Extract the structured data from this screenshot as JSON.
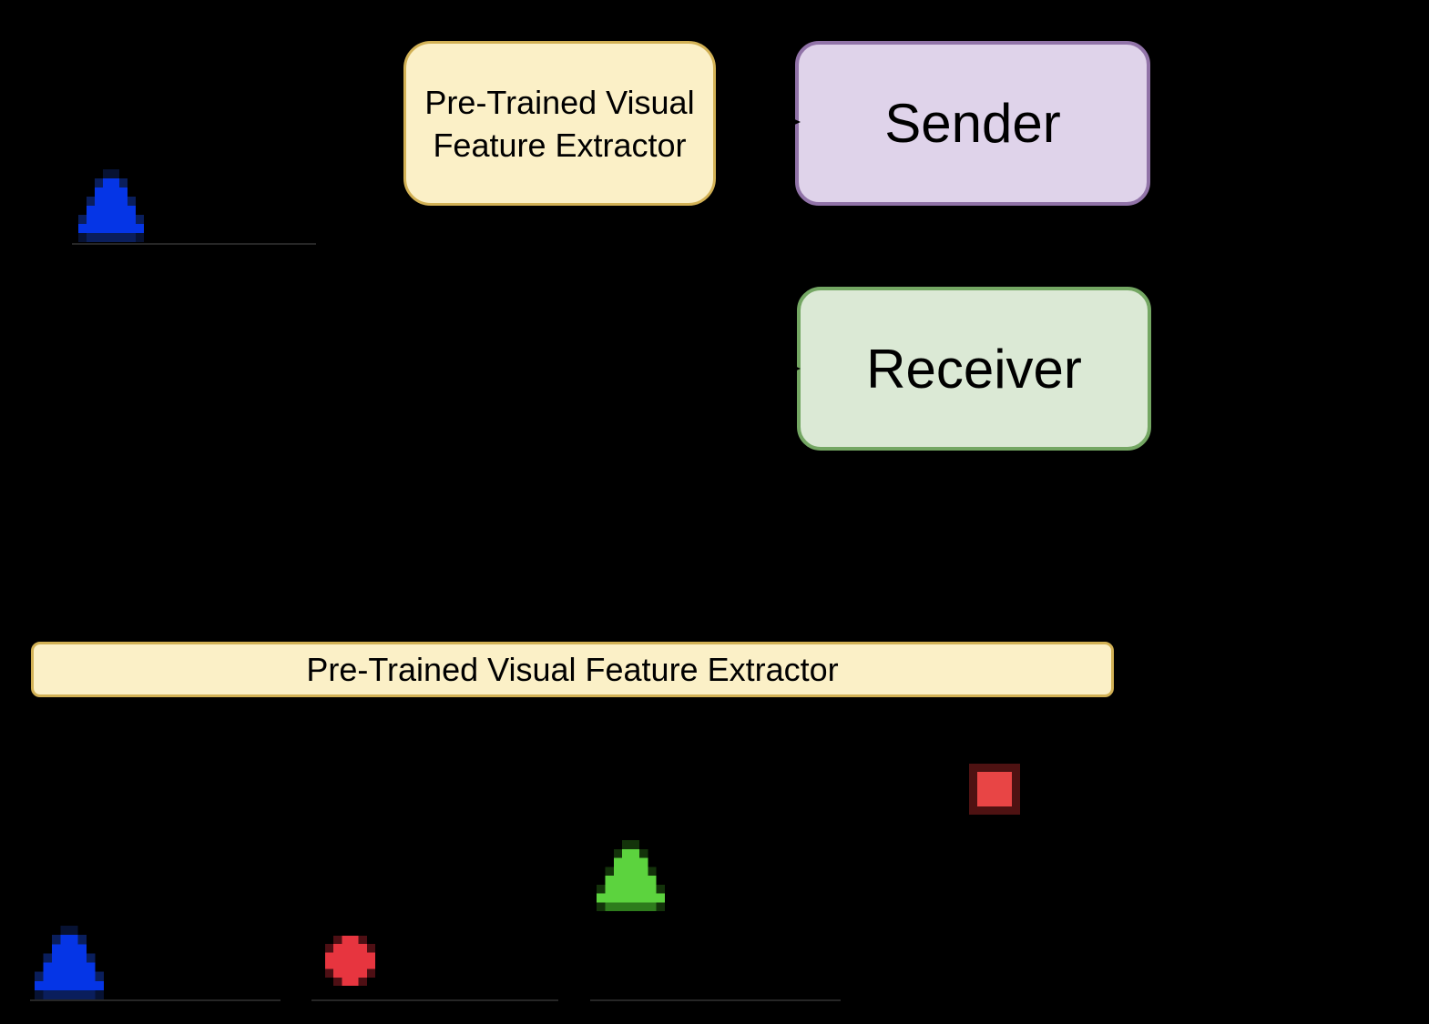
{
  "diagram": {
    "top": {
      "target_image": {
        "shape": "blue-triangle"
      },
      "feature_extractor": {
        "label_lines": [
          "Pre-Trained Visual",
          "Feature Extractor"
        ]
      },
      "agents": [
        {
          "id": "sender",
          "label": "Sender"
        },
        {
          "id": "receiver",
          "label": "Receiver"
        }
      ]
    },
    "bottom": {
      "feature_extractor": {
        "label": "Pre-Trained Visual Feature Extractor"
      },
      "candidate_images": [
        {
          "shape": "blue-triangle"
        },
        {
          "shape": "red-circle"
        },
        {
          "shape": "green-triangle"
        },
        {
          "shape": "red-square"
        }
      ]
    }
  },
  "colors": {
    "canvas_bg": "#000000",
    "cream_fill": "#FBF0C7",
    "gold_border": "#D2B155",
    "lavender_fill": "#DFD3EA",
    "purple_border": "#9173A8",
    "mint_fill": "#DBE9D5",
    "green_border": "#74A763",
    "label_text": "#000000",
    "blue_fill": "#0535E6",
    "blue_dark": "#0A1E5C",
    "blue_deep": "#071233",
    "green_fill": "#5CD33E",
    "green_mid": "#2E7C1C",
    "green_deep": "#13330A",
    "red_fill": "#E7353F",
    "red_dark": "#4E0F14",
    "sq_red_fill": "#E84545",
    "sq_red_dark": "#4E1212",
    "line_gray": "#262626",
    "arrow_black": "#000000"
  }
}
